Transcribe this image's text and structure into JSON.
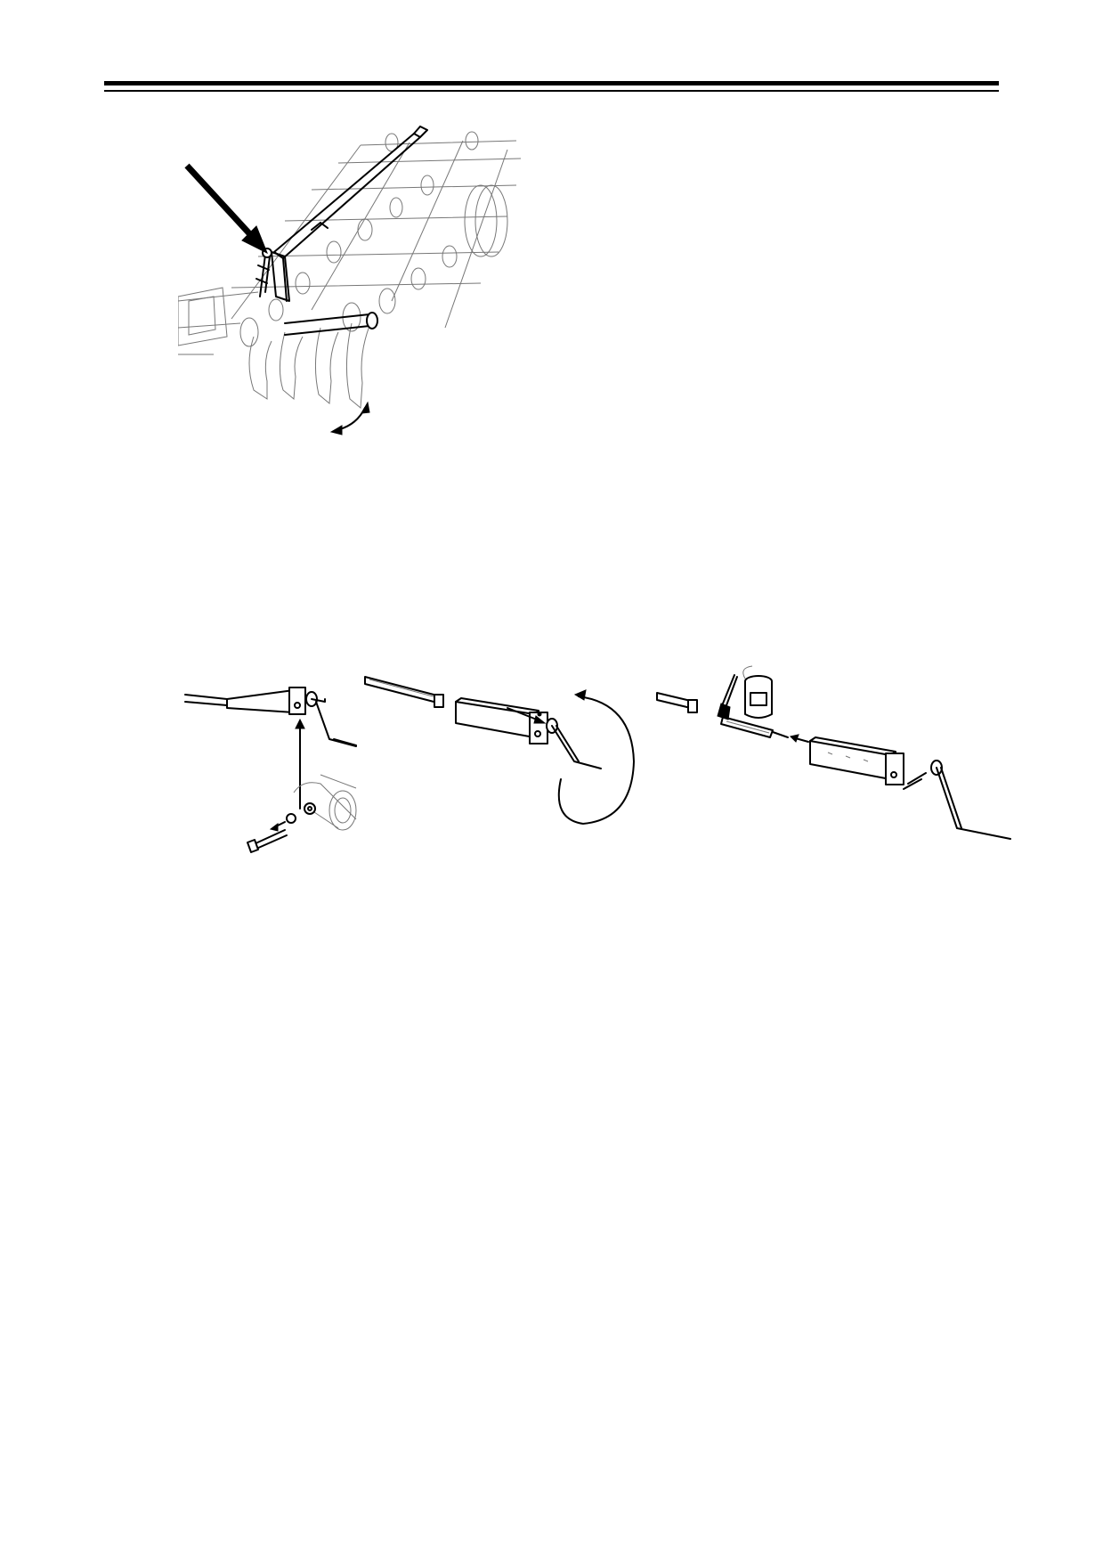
{
  "document": {
    "type": "manual-page",
    "figures": [
      {
        "id": "fig-top",
        "icons": [
          "arrow-icon",
          "rotate-arrow-icon"
        ]
      },
      {
        "id": "fig-bottom",
        "panels": 3,
        "icons": [
          "bolt-icon",
          "nut-icon",
          "paint-brush-icon",
          "paint-can-icon",
          "rotate-arrow-icon"
        ]
      }
    ],
    "colors": {
      "ink": "#000000",
      "paper": "#ffffff",
      "faint-line": "#777777"
    }
  }
}
